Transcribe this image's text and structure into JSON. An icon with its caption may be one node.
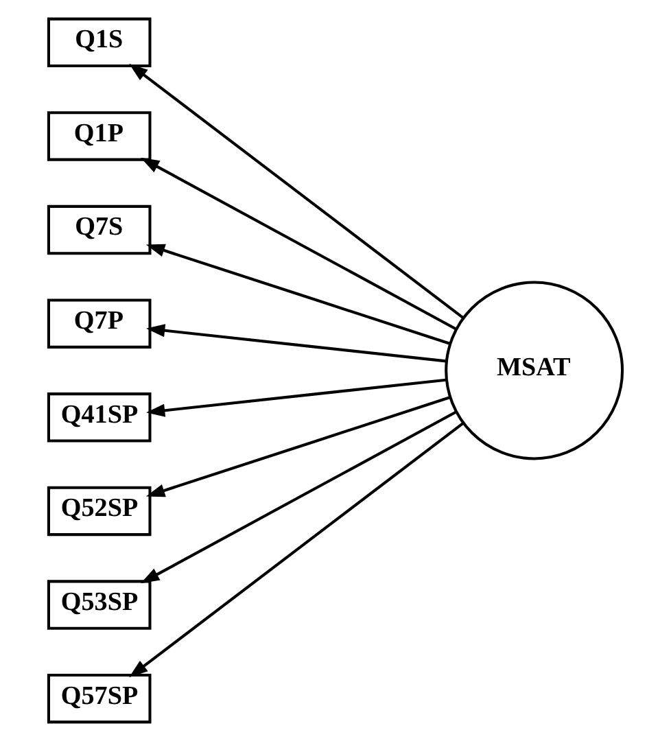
{
  "diagram": {
    "nodes": [
      {
        "text": [
          "Q1S"
        ]
      },
      {
        "text": [
          "Q1P"
        ]
      },
      {
        "text": [
          "Q7S"
        ]
      },
      {
        "text": [
          "Q7P"
        ]
      },
      {
        "text": [
          "Q41SP"
        ]
      },
      {
        "text": [
          "Q52SP"
        ]
      },
      {
        "text": [
          "Q53SP"
        ]
      },
      {
        "text": [
          "Q57SP"
        ]
      },
      {
        "text": [
          "MSAT"
        ]
      }
    ],
    "edges": [
      {
        "from": 8,
        "to": 0,
        "arrow": "to"
      },
      {
        "from": 8,
        "to": 1,
        "arrow": "to"
      },
      {
        "from": 8,
        "to": 2,
        "arrow": "to"
      },
      {
        "from": 8,
        "to": 3,
        "arrow": "to"
      },
      {
        "from": 8,
        "to": 4,
        "arrow": "to"
      },
      {
        "from": 8,
        "to": 5,
        "arrow": "to"
      },
      {
        "from": 8,
        "to": 6,
        "arrow": "to"
      },
      {
        "from": 8,
        "to": 7,
        "arrow": "to"
      }
    ]
  }
}
